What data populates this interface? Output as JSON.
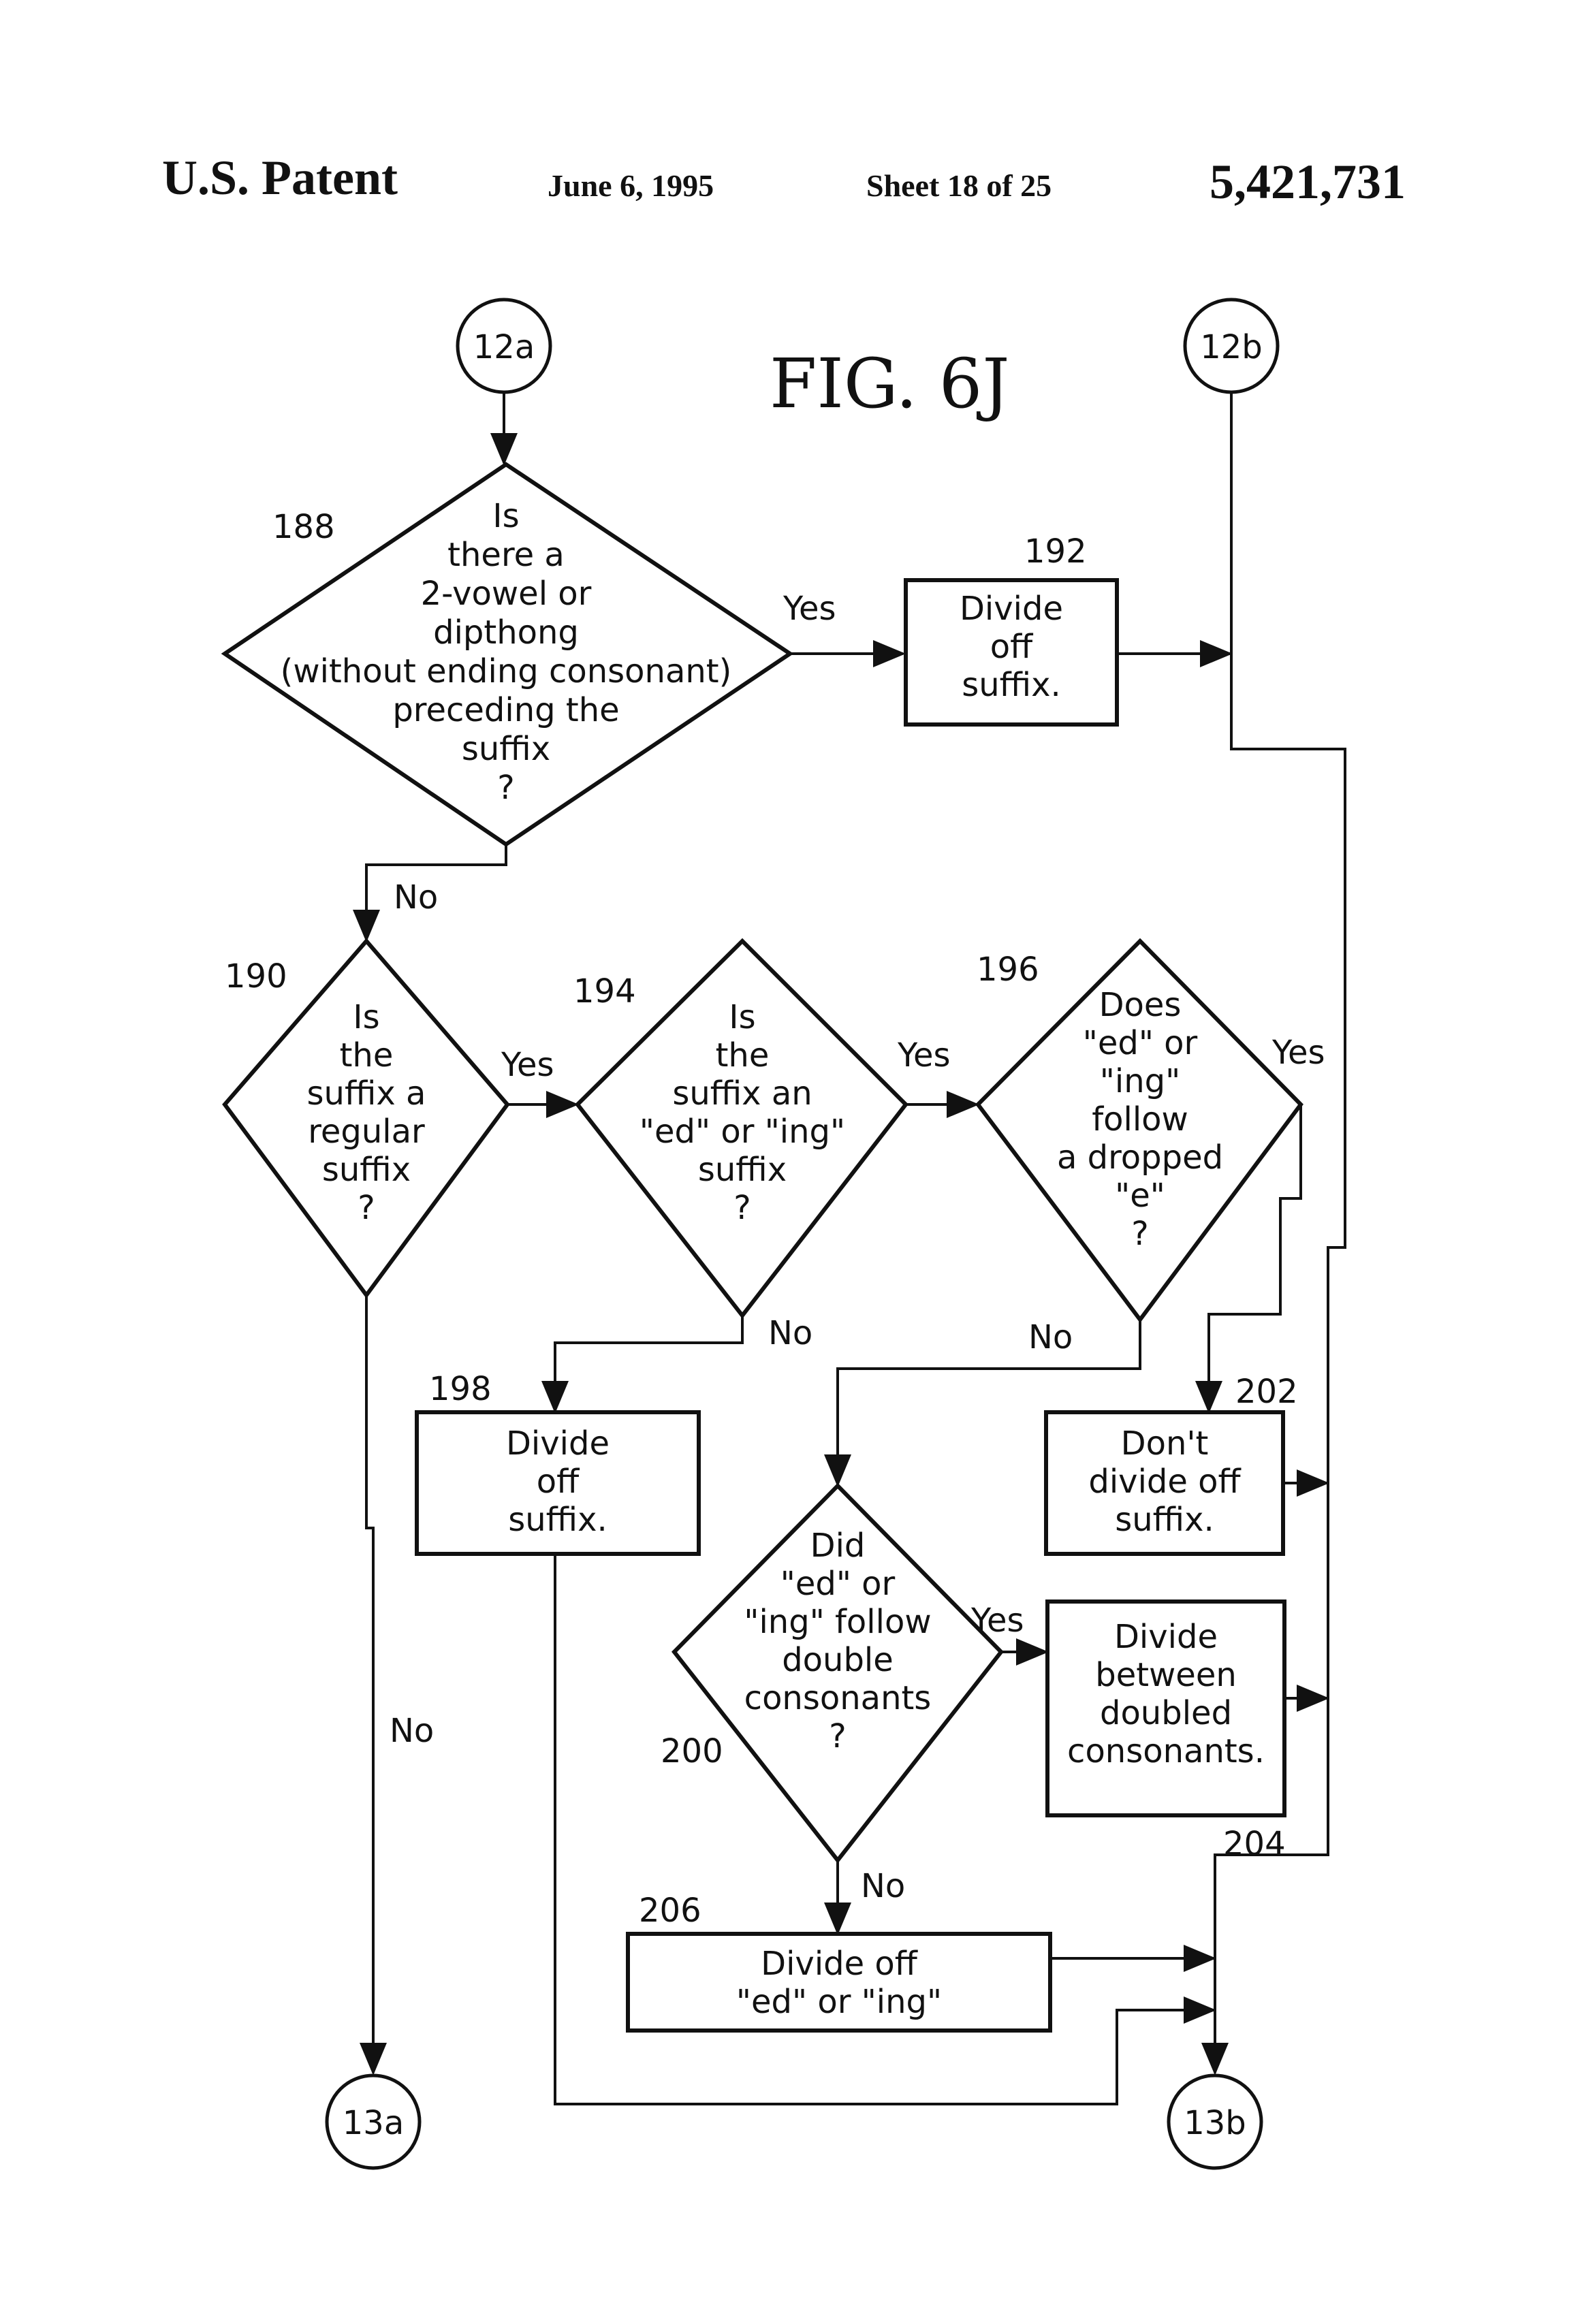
{
  "header": {
    "title": "U.S. Patent",
    "date": "June 6, 1995",
    "sheet": "Sheet 18 of 25",
    "patent_number": "5,421,731"
  },
  "figure_label": "FIG. 6J",
  "connectors": {
    "c12a": "12a",
    "c12b": "12b",
    "c13a": "13a",
    "c13b": "13b"
  },
  "ref_numbers": {
    "d188": "188",
    "b192": "192",
    "d190": "190",
    "d194": "194",
    "d196": "196",
    "b198": "198",
    "b202": "202",
    "d200": "200",
    "b204": "204",
    "b206": "206"
  },
  "nodes": {
    "d188": [
      "Is",
      "there a",
      "2-vowel or",
      "dipthong",
      "(without ending consonant)",
      "preceding the",
      "suffix",
      "?"
    ],
    "b192": [
      "Divide",
      "off",
      "suffix."
    ],
    "d190": [
      "Is",
      "the",
      "suffix a",
      "regular",
      "suffix",
      "?"
    ],
    "d194": [
      "Is",
      "the",
      "suffix an",
      "\"ed\" or \"ing\"",
      "suffix",
      "?"
    ],
    "d196": [
      "Does",
      "\"ed\" or",
      "\"ing\"",
      "follow",
      "a dropped",
      "\"e\"",
      "?"
    ],
    "b198": [
      "Divide",
      "off",
      "suffix."
    ],
    "b202": [
      "Don't",
      "divide off",
      "suffix."
    ],
    "d200": [
      "Did",
      "\"ed\" or",
      "\"ing\" follow",
      "double",
      "consonants",
      "?"
    ],
    "b204": [
      "Divide",
      "between",
      "doubled",
      "consonants."
    ],
    "b206": [
      "Divide off",
      "\"ed\" or \"ing\""
    ]
  },
  "edge_labels": {
    "d188_yes": "Yes",
    "d188_no": "No",
    "d190_yes": "Yes",
    "d190_no": "No",
    "d194_yes": "Yes",
    "d194_no": "No",
    "d196_yes": "Yes",
    "d196_no": "No",
    "d200_yes": "Yes",
    "d200_no": "No"
  }
}
